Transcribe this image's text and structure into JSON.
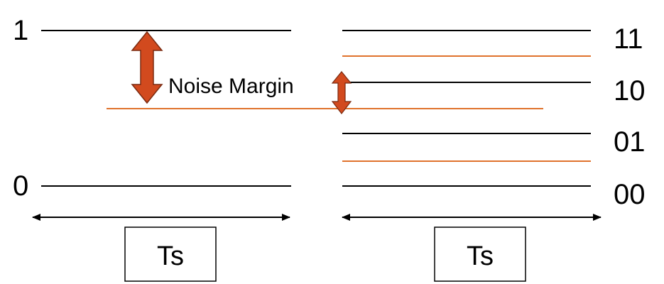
{
  "left": {
    "top_level_label": "1",
    "bottom_level_label": "0",
    "noise_margin_label": "Noise Margin",
    "duration_label": "Ts"
  },
  "right": {
    "level_labels": [
      "11",
      "10",
      "01",
      "00"
    ],
    "duration_label": "Ts"
  },
  "colors": {
    "line": "#000000",
    "threshold": "#e0722c",
    "arrow_fill": "#d24a1e",
    "arrow_stroke": "#7a2a10",
    "background": "#ffffff"
  }
}
